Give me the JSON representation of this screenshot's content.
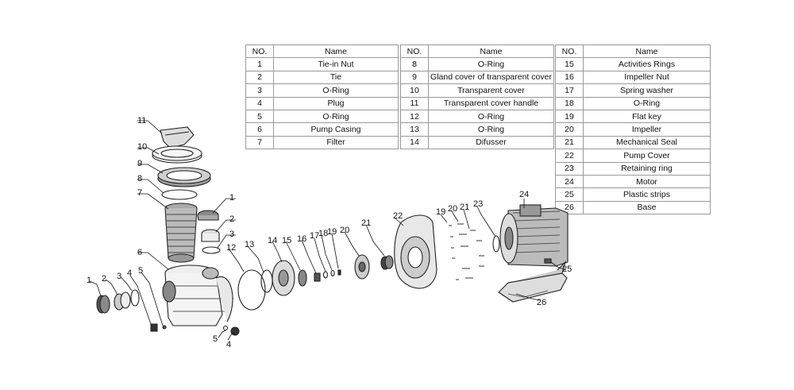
{
  "tables": [
    {
      "header": {
        "no": "NO.",
        "name": "Name"
      },
      "rows": [
        {
          "no": "1",
          "name": "Tie-in Nut"
        },
        {
          "no": "2",
          "name": "Tie"
        },
        {
          "no": "3",
          "name": "O-Ring"
        },
        {
          "no": "4",
          "name": "Plug"
        },
        {
          "no": "5",
          "name": "O-Ring"
        },
        {
          "no": "6",
          "name": "Pump Casing"
        },
        {
          "no": "7",
          "name": "Filter"
        }
      ]
    },
    {
      "header": {
        "no": "NO.",
        "name": "Name"
      },
      "rows": [
        {
          "no": "8",
          "name": "O-Ring"
        },
        {
          "no": "9",
          "name": "Gland cover of transparent cover"
        },
        {
          "no": "10",
          "name": "Transparent cover"
        },
        {
          "no": "11",
          "name": "Transparent cover handle"
        },
        {
          "no": "12",
          "name": "O-Ring"
        },
        {
          "no": "13",
          "name": "O-Ring"
        },
        {
          "no": "14",
          "name": "Difusser"
        }
      ]
    },
    {
      "header": {
        "no": "NO.",
        "name": "Name"
      },
      "rows": [
        {
          "no": "15",
          "name": "Activities Rings"
        },
        {
          "no": "16",
          "name": "Impeller Nut"
        },
        {
          "no": "17",
          "name": "Spring washer"
        },
        {
          "no": "18",
          "name": "O-Ring"
        },
        {
          "no": "19",
          "name": "Flat key"
        },
        {
          "no": "20",
          "name": "Impeller"
        },
        {
          "no": "21",
          "name": "Mechanical Seal"
        },
        {
          "no": "22",
          "name": "Pump Cover"
        },
        {
          "no": "23",
          "name": "Retaining ring"
        },
        {
          "no": "24",
          "name": "Motor"
        },
        {
          "no": "25",
          "name": "Plastic strips"
        },
        {
          "no": "26",
          "name": "Base"
        }
      ]
    }
  ],
  "callouts": {
    "n11": "11",
    "n10": "10",
    "n9": "9",
    "n8": "8",
    "n7": "7",
    "n6": "6",
    "n1a": "1",
    "n2a": "2",
    "n3a": "3",
    "n12": "12",
    "n13": "13",
    "n1b": "1",
    "n2b": "2",
    "n3b": "3",
    "n4a": "4",
    "n5a": "5",
    "n5b": "5",
    "n4b": "4",
    "n14": "14",
    "n15": "15",
    "n16": "16",
    "n17": "17",
    "n18": "18",
    "n19a": "19",
    "n20a": "20",
    "n21a": "21",
    "n22": "22",
    "n19b": "19",
    "n20b": "20",
    "n21b": "21",
    "n23": "23",
    "n24": "24",
    "n25": "25",
    "n26": "26"
  }
}
